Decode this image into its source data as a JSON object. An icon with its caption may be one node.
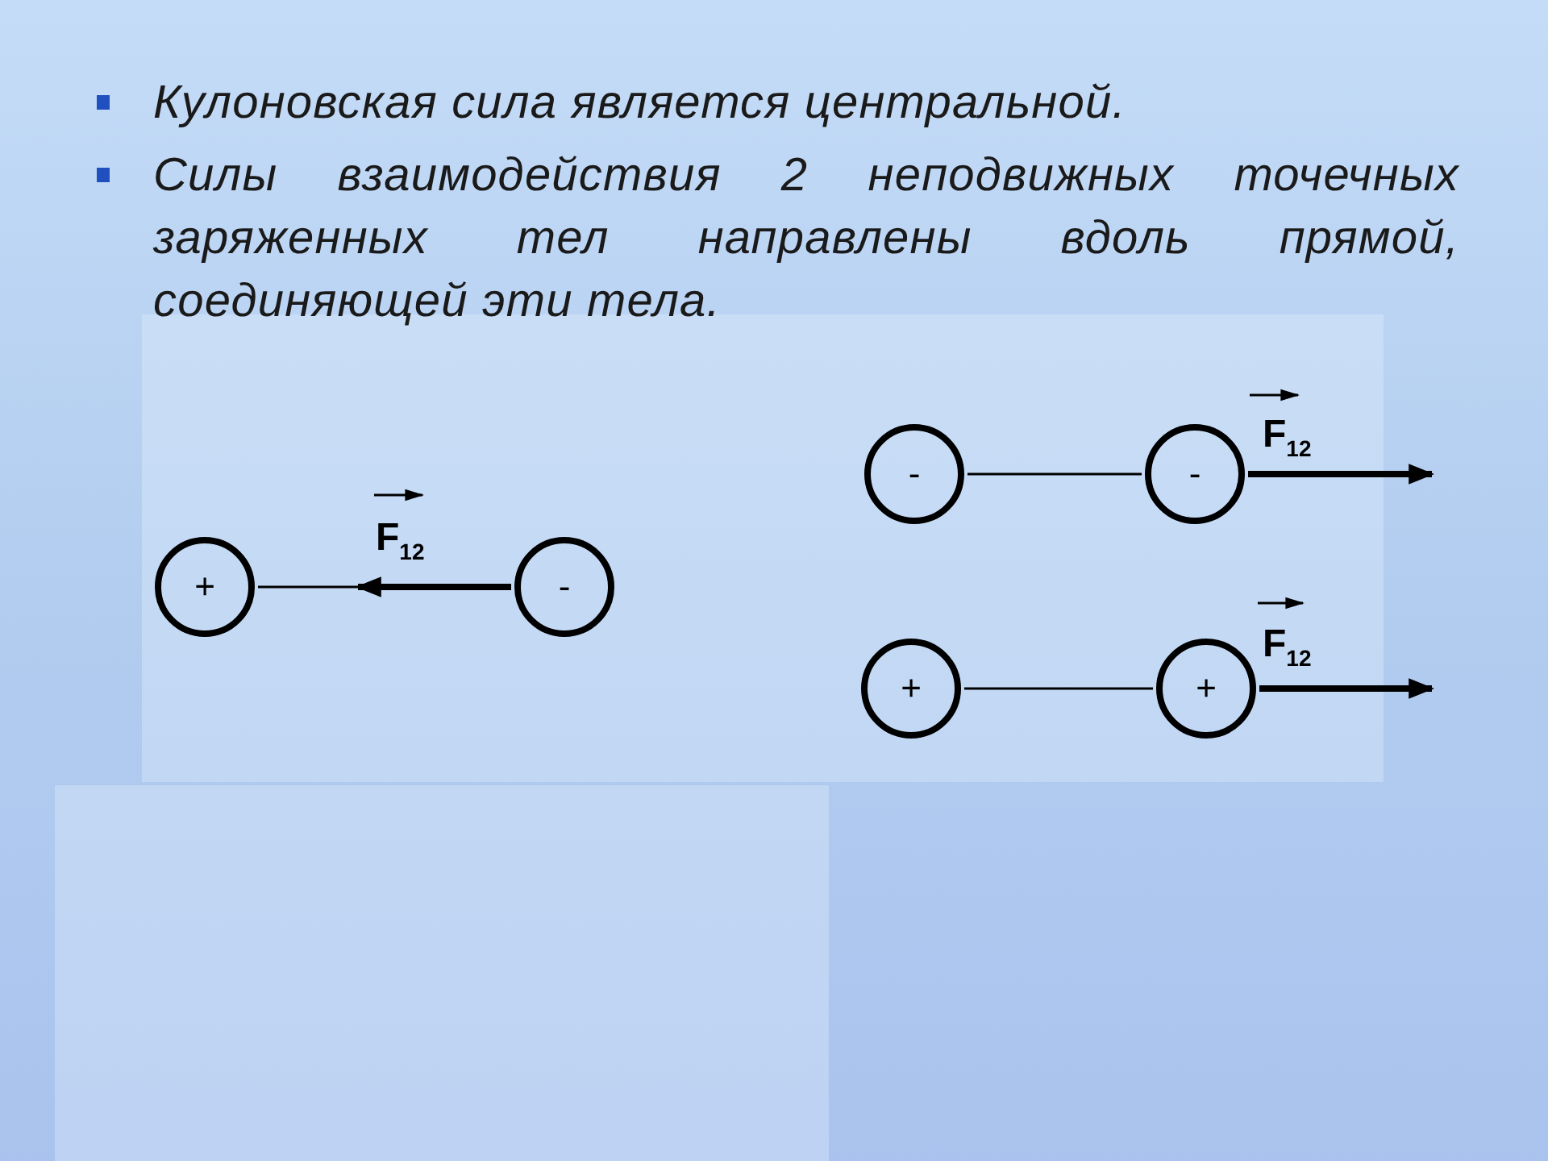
{
  "diagram": {
    "nodes": [
      {
        "text": [
          "+"
        ]
      },
      {
        "text": [
          "-"
        ]
      },
      {
        "text": [
          "-"
        ]
      },
      {
        "text": [
          "-"
        ]
      },
      {
        "text": [
          "+"
        ]
      },
      {
        "text": [
          "+"
        ]
      }
    ],
    "edges": [
      {
        "from": 0,
        "to": 1,
        "arrow": "none"
      },
      {
        "from": 1,
        "to": null,
        "arrow": "to",
        "style": "thick",
        "label": "F$_{12}$"
      },
      {
        "from": 2,
        "to": 3,
        "arrow": "none"
      },
      {
        "from": 3,
        "to": null,
        "arrow": "to",
        "style": "thick",
        "label": "F$_{12}$"
      },
      {
        "from": 4,
        "to": 5,
        "arrow": "none"
      },
      {
        "from": 5,
        "to": null,
        "arrow": "to",
        "style": "thick",
        "label": "F$_{12}$"
      }
    ],
    "labels": [
      "Кулоновская сила является центральной.",
      "Силы взаимодействия 2 неподвижных точечных заряженных тел направлены вдоль прямой, соединяющей эти тела."
    ]
  }
}
